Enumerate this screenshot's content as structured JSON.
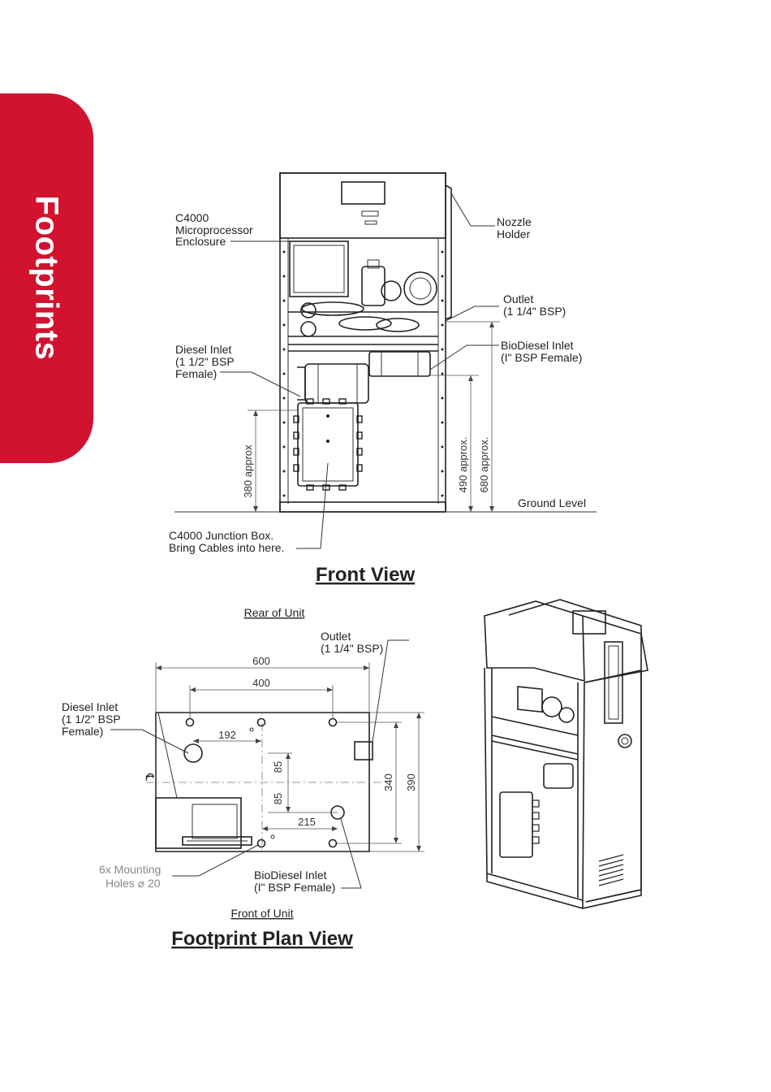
{
  "side_tab": {
    "label": "Footprints",
    "color": "#d1132f"
  },
  "front_view": {
    "title": "Front View",
    "callouts": {
      "enclosure_1": "C4000",
      "enclosure_2": "Microprocessor",
      "enclosure_3": "Enclosure",
      "nozzle_1": "Nozzle",
      "nozzle_2": "Holder",
      "outlet_1": "Outlet",
      "outlet_2": "(1 1/4\" BSP)",
      "biodiesel_1": "BioDiesel Inlet",
      "biodiesel_2": "(I\" BSP Female)",
      "diesel_1": "Diesel Inlet",
      "diesel_2": "(1 1/2\" BSP",
      "diesel_3": "Female)",
      "ground": "Ground Level",
      "junction_1": "C4000 Junction Box.",
      "junction_2": "Bring Cables into here."
    },
    "dimensions": {
      "d380": "380 approx",
      "d490": "490 approx.",
      "d680": "680 approx."
    }
  },
  "plan_view": {
    "title": "Footprint Plan View",
    "rear_label": "Rear of Unit",
    "front_label": "Front of Unit",
    "callouts": {
      "outlet_1": "Outlet",
      "outlet_2": "(1 1/4\" BSP)",
      "diesel_1": "Diesel Inlet",
      "diesel_2": "(1 1/2\" BSP",
      "diesel_3": "Female)",
      "mount_1": "6x Mounting",
      "mount_2": "Holes ⌀ 20",
      "biodiesel_1": "BioDiesel Inlet",
      "biodiesel_2": "(I\" BSP Female)",
      "centerline": "℄"
    },
    "dimensions": {
      "d600": "600",
      "d400": "400",
      "d192": "192",
      "d85a": "85",
      "d85b": "85",
      "d215": "215",
      "d340": "340",
      "d390": "390"
    }
  }
}
